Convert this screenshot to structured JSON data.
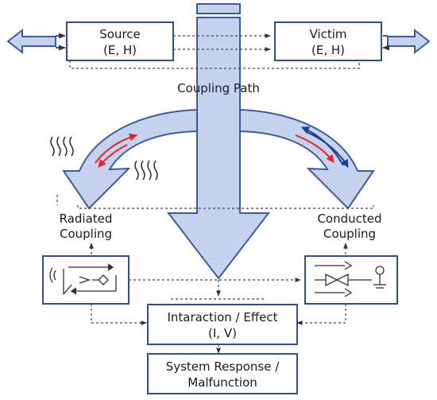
{
  "labels": {
    "source_line1": "Source",
    "source_line2": "(E, H)",
    "victim_line1": "Victim",
    "victim_line2": "(E, H)",
    "coupling_path": "Coupling Path",
    "radiated_line1": "Radiated",
    "radiated_line2": "Coupling",
    "conducted_line1": "Conducted",
    "conducted_line2": "Coupling",
    "interaction_line1": "Intaraction / Effect",
    "interaction_line2": "(I, V)",
    "response_line1": "System Response /",
    "response_line2": "Malfunction"
  },
  "icons": {
    "radiated_box": "antenna-circuit-icon",
    "conducted_box": "conducted-circuit-icon"
  },
  "colors": {
    "arrow_fill": "#c6d3ee",
    "arrow_stroke": "#3b5aa5",
    "box_stroke": "#2f4d8f",
    "red_arrow": "#e3262b",
    "blue_arrow": "#1f3f95",
    "dashed_line": "#444444"
  }
}
